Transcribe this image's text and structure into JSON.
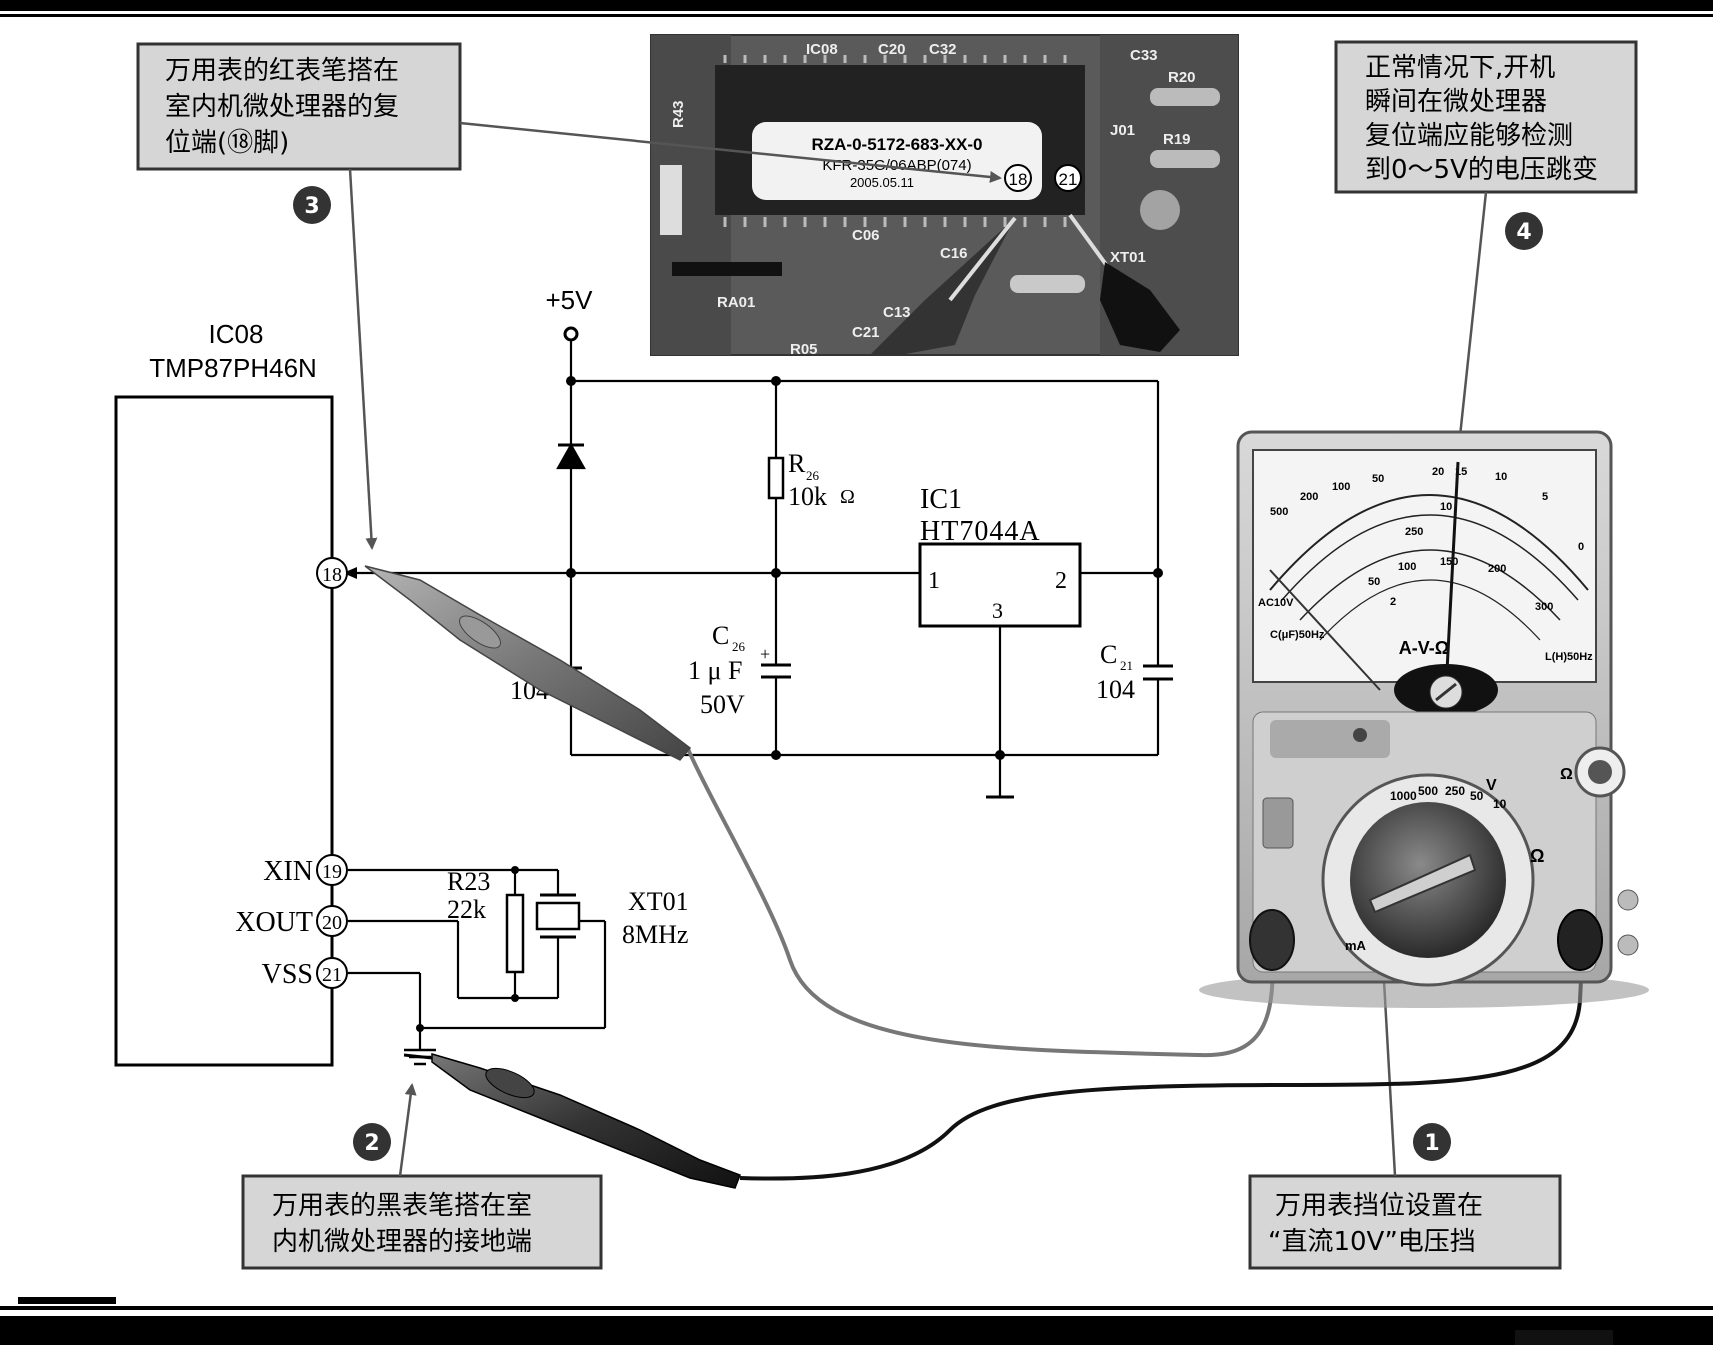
{
  "callouts": {
    "red_probe": {
      "lines": [
        "万用表的红表笔搭在",
        "室内机微处理器的复",
        "位端(⑱脚)"
      ],
      "step": "3"
    },
    "voltage_jump": {
      "lines": [
        "正常情况下,开机",
        "瞬间在微处理器",
        "复位端应能够检测",
        "到0～5V的电压跳变"
      ],
      "step": "4"
    },
    "black_probe": {
      "lines": [
        "万用表的黑表笔搭在室",
        "内机微处理器的接地端"
      ],
      "step": "2"
    },
    "range_setting": {
      "lines": [
        "万用表挡位设置在",
        "“直流10V”电压挡"
      ],
      "step": "1"
    }
  },
  "mcu": {
    "ref": "IC08",
    "part": "TMP87PH46N",
    "pins": [
      {
        "name": "",
        "number": "18"
      },
      {
        "name": "XIN",
        "number": "19"
      },
      {
        "name": "XOUT",
        "number": "20"
      },
      {
        "name": "VSS",
        "number": "21"
      }
    ]
  },
  "power": {
    "label": "+5V"
  },
  "components": {
    "r26": {
      "ref": "R",
      "sub": "26",
      "value": "10k",
      "unit": "Ω"
    },
    "c26": {
      "ref": "C",
      "sub": "26",
      "value": "1 μ F",
      "voltage": "50V",
      "polarity": "+"
    },
    "c_left": {
      "value": "104"
    },
    "c21": {
      "ref": "C",
      "sub": "21",
      "value": "104"
    },
    "ic1": {
      "ref": "IC1",
      "part": "HT7044A",
      "pin1": "1",
      "pin2": "2",
      "pin3": "3"
    },
    "r23": {
      "ref": "R23",
      "value": "22k"
    },
    "xt01": {
      "ref": "XT01",
      "freq": "8MHz"
    }
  },
  "photo": {
    "chip_marking": [
      "RZA-0-5172-683-XX-0",
      "KFR-35G/06ABP(074)",
      "2005.05.11"
    ],
    "silkscreen": [
      "IC08",
      "C20",
      "C32",
      "C33",
      "R20",
      "R19",
      "J01",
      "R43",
      "C06",
      "RA01",
      "C13",
      "C21",
      "XT01",
      "C16",
      "R05"
    ],
    "pin_marks": [
      "18",
      "21"
    ]
  },
  "meter": {
    "scale_labels": [
      "500",
      "200",
      "100",
      "50",
      "20",
      "15",
      "10",
      "5",
      "0",
      "250",
      "50",
      "10",
      "2",
      "100",
      "150",
      "200",
      "300"
    ],
    "mode_label": "A-V-Ω",
    "ac_label": "AC10V",
    "cap_label": "C(μF)50Hz",
    "l_label": "L(H)50Hz",
    "ohm_label": "Ω",
    "v_label": "V",
    "ma_label": "mA",
    "dial_labels": [
      "1000",
      "500",
      "250",
      "50",
      "10"
    ]
  }
}
